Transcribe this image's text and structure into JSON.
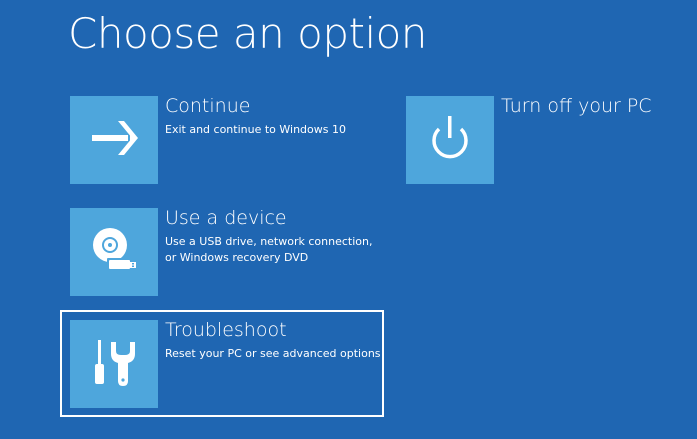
{
  "page": {
    "title": "Choose an option",
    "background_color": "#1f66b2",
    "tile_color": "#4ea6dc"
  },
  "options": [
    {
      "id": "continue",
      "title": "Continue",
      "description_lines": [
        "Exit and continue to Windows 10"
      ],
      "icon": "arrow-right-icon",
      "selected": false
    },
    {
      "id": "use-a-device",
      "title": "Use a device",
      "description_lines": [
        "Use a USB drive, network connection,",
        "or Windows recovery DVD"
      ],
      "icon": "disc-usb-icon",
      "selected": false
    },
    {
      "id": "troubleshoot",
      "title": "Troubleshoot",
      "description_lines": [
        "Reset your PC or see advanced options"
      ],
      "icon": "tools-icon",
      "selected": true
    },
    {
      "id": "turn-off",
      "title": "Turn off your PC",
      "description_lines": [],
      "icon": "power-icon",
      "selected": false
    }
  ]
}
